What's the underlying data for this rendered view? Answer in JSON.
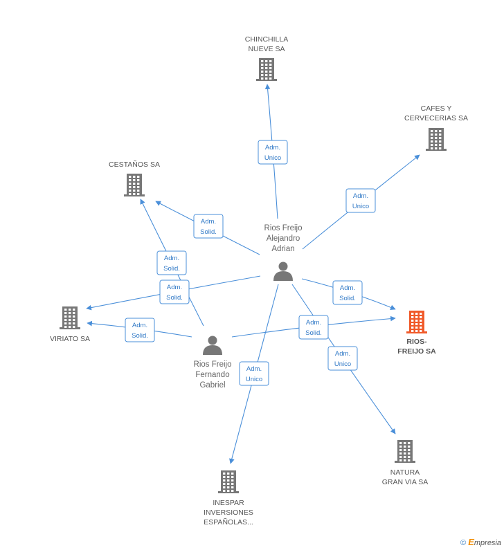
{
  "colors": {
    "edge": "#4a8fd9",
    "building": "#777777",
    "building_focus": "#f05a2a",
    "person": "#777777"
  },
  "companies": [
    {
      "id": "chinchilla",
      "lines": [
        "CHINCHILLA",
        "NUEVE SA"
      ],
      "icon": "building-icon",
      "focus": false
    },
    {
      "id": "cafes",
      "lines": [
        "CAFES Y",
        "CERVECERIAS SA"
      ],
      "icon": "building-icon",
      "focus": false
    },
    {
      "id": "cestanos",
      "lines": [
        "CESTAÑOS SA"
      ],
      "icon": "building-icon",
      "focus": false
    },
    {
      "id": "viriato",
      "lines": [
        "VIRIATO SA"
      ],
      "icon": "building-icon",
      "focus": false
    },
    {
      "id": "riosfreijo",
      "lines": [
        "RIOS-",
        "FREIJO SA"
      ],
      "icon": "building-icon",
      "focus": true
    },
    {
      "id": "natura",
      "lines": [
        "NATURA",
        "GRAN VIA SA"
      ],
      "icon": "building-icon",
      "focus": false
    },
    {
      "id": "inespar",
      "lines": [
        "INESPAR",
        "INVERSIONES",
        "ESPAÑOLAS..."
      ],
      "icon": "building-icon",
      "focus": false
    }
  ],
  "people": [
    {
      "id": "alejandro",
      "lines": [
        "Rios Freijo",
        "Alejandro",
        "Adrian"
      ],
      "icon": "person-icon"
    },
    {
      "id": "fernando",
      "lines": [
        "Rios Freijo",
        "Fernando",
        "Gabriel"
      ],
      "icon": "person-icon"
    }
  ],
  "edges": [
    {
      "from": "alejandro",
      "to": "chinchilla",
      "label": [
        "Adm.",
        "Unico"
      ]
    },
    {
      "from": "alejandro",
      "to": "cafes",
      "label": [
        "Adm.",
        "Unico"
      ]
    },
    {
      "from": "alejandro",
      "to": "cestanos",
      "label": [
        "Adm.",
        "Solid."
      ]
    },
    {
      "from": "alejandro",
      "to": "viriato",
      "label": [
        "Adm.",
        "Solid."
      ]
    },
    {
      "from": "alejandro",
      "to": "riosfreijo",
      "label": [
        "Adm.",
        "Solid."
      ]
    },
    {
      "from": "alejandro",
      "to": "natura",
      "label": [
        "Adm.",
        "Unico"
      ]
    },
    {
      "from": "alejandro",
      "to": "inespar",
      "label": [
        "Adm.",
        "Unico"
      ]
    },
    {
      "from": "fernando",
      "to": "cestanos",
      "label": [
        "Adm.",
        "Solid."
      ]
    },
    {
      "from": "fernando",
      "to": "viriato",
      "label": [
        "Adm.",
        "Solid."
      ]
    },
    {
      "from": "fernando",
      "to": "riosfreijo",
      "label": [
        "Adm.",
        "Solid."
      ]
    }
  ],
  "footer": {
    "copyright": "©",
    "brand_initial": "E",
    "brand_rest": "mpresia"
  }
}
